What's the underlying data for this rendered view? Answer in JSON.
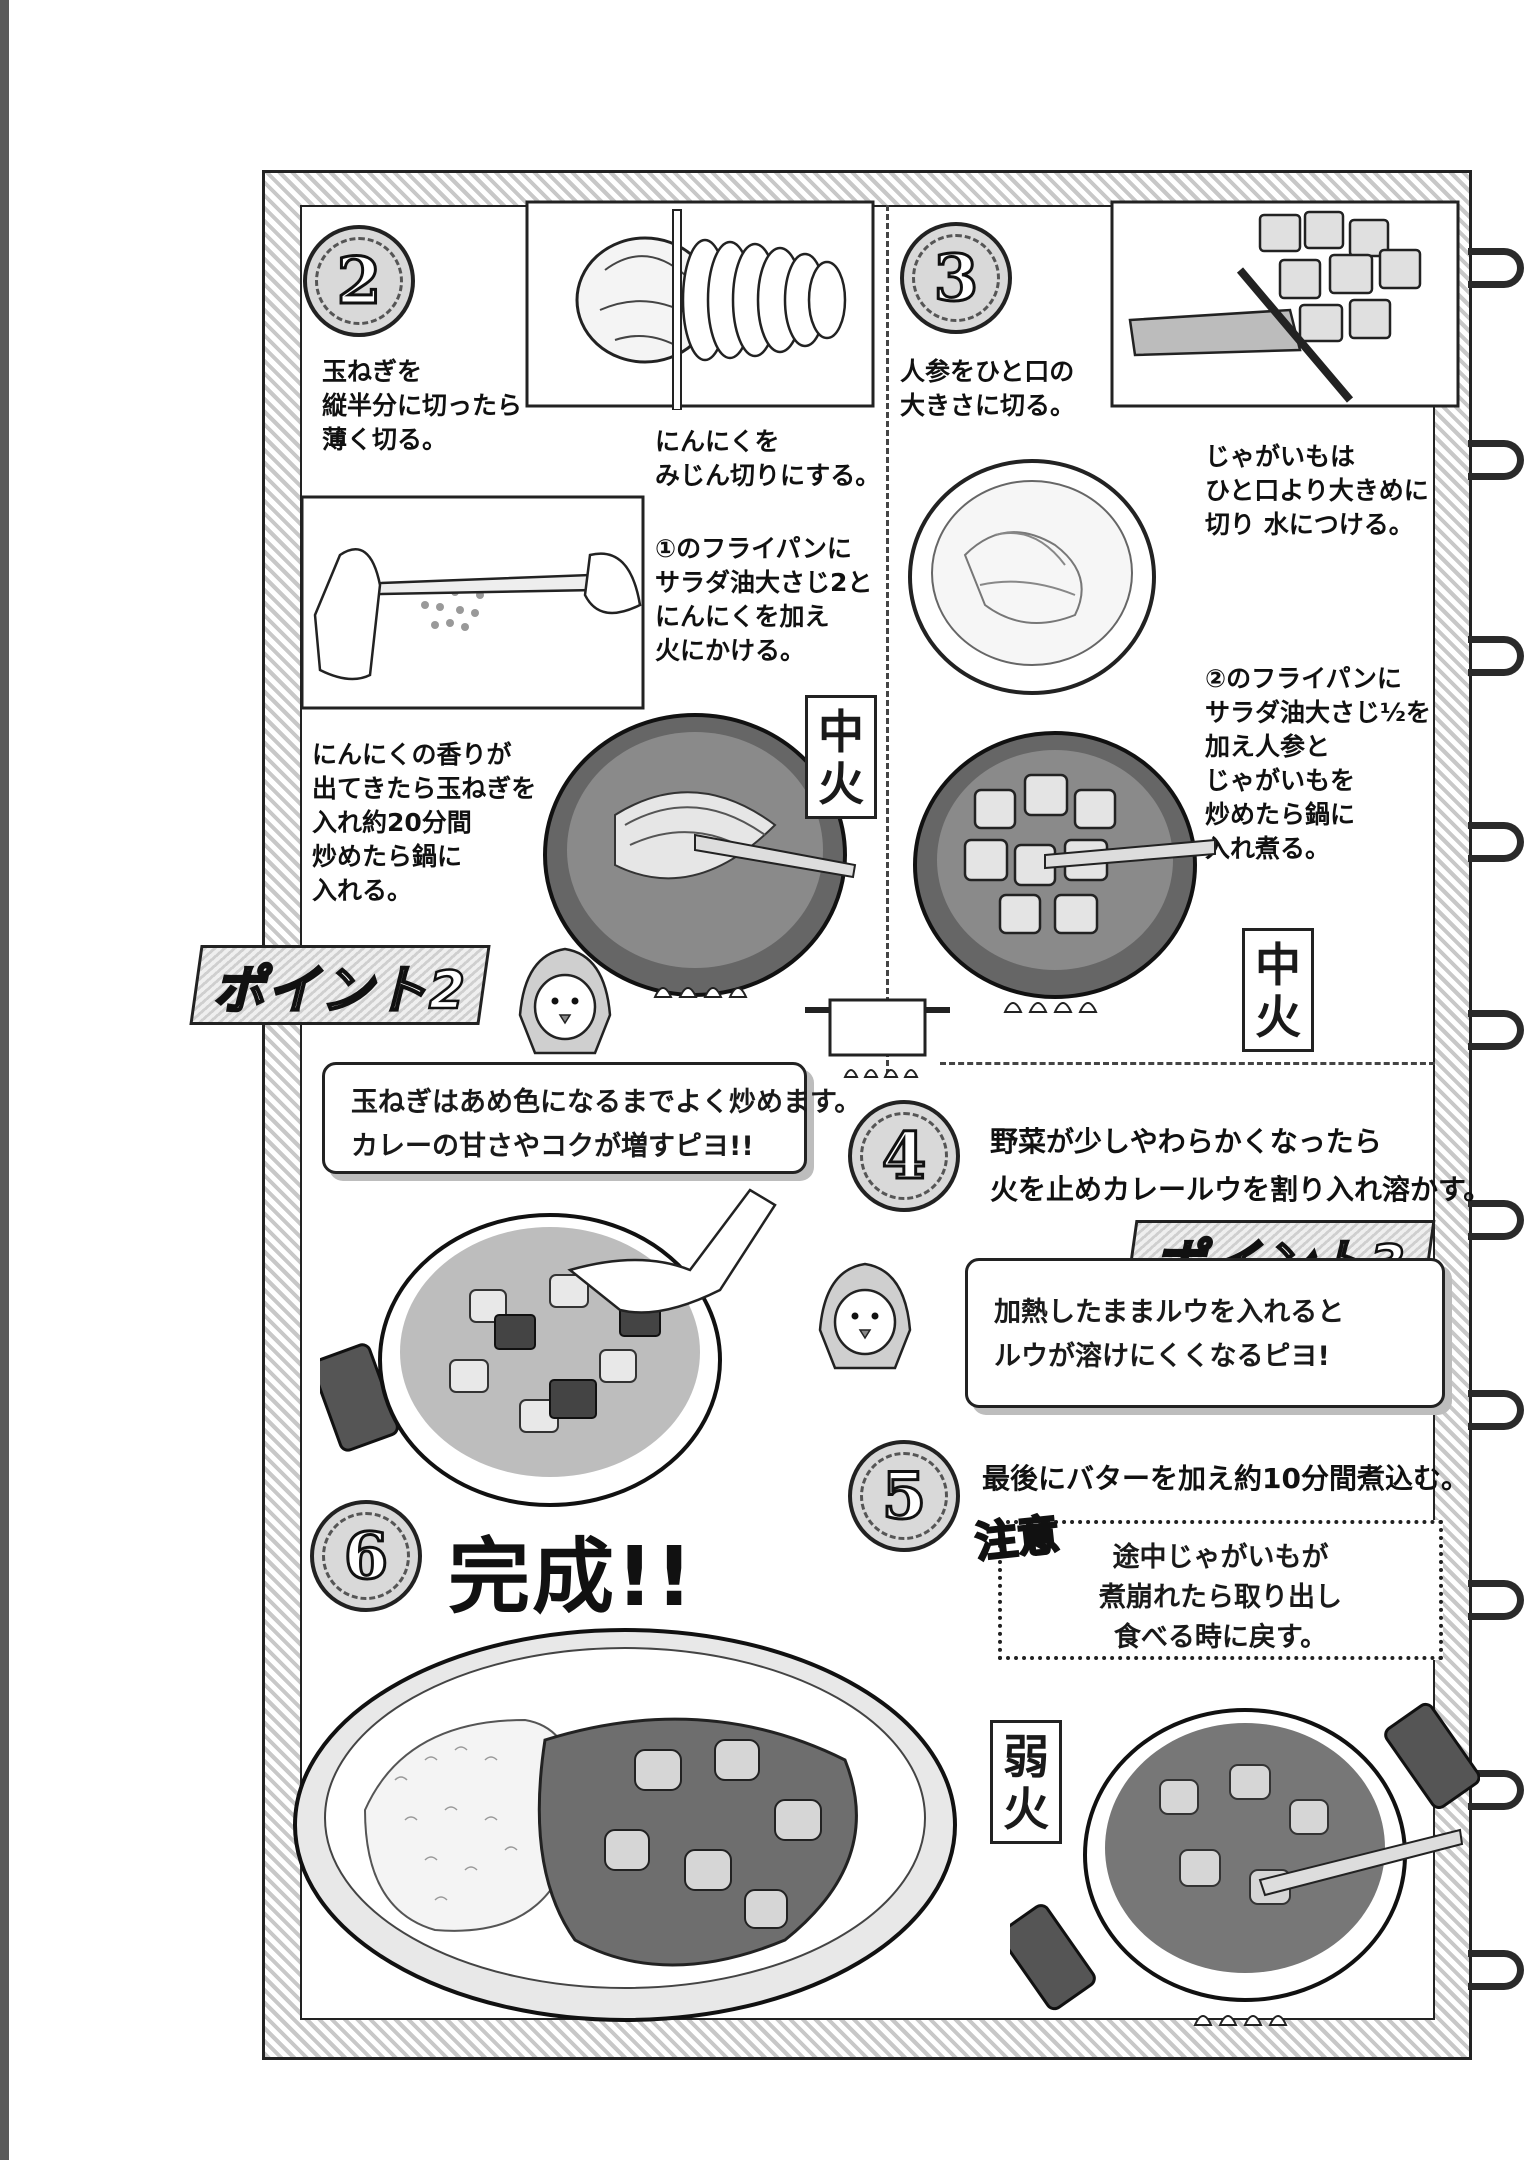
{
  "steps": {
    "s2": {
      "number": "2",
      "text_onion": [
        "玉ねぎを",
        "縦半分に切ったら",
        "薄く切る。"
      ],
      "text_garlic": [
        "にんにくを",
        "みじん切りにする。"
      ],
      "text_pan": [
        "①のフライパンに",
        "サラダ油大さじ2と",
        "にんにくを加え",
        "火にかける。"
      ],
      "text_fry": [
        "にんにくの香りが",
        "出てきたら玉ねぎを",
        "入れ約20分間",
        "炒めたら鍋に",
        "入れる。"
      ],
      "heat": [
        "中",
        "火"
      ]
    },
    "s3": {
      "number": "3",
      "text_carrot": [
        "人参をひと口の",
        "大きさに切る。"
      ],
      "text_potato": [
        "じゃがいもは",
        "ひと口より大きめに",
        "切り 水につける。"
      ],
      "text_pan": [
        "②のフライパンに",
        "サラダ油大さじ½を",
        "加え人参と",
        "じゃがいもを",
        "炒めたら鍋に",
        "入れ煮る。"
      ],
      "heat": [
        "中",
        "火"
      ]
    },
    "s4": {
      "number": "4",
      "text": [
        "野菜が少しやわらかくなったら",
        "火を止めカレールウを割り入れ溶かす。"
      ]
    },
    "s5": {
      "number": "5",
      "text": "最後にバターを加え約10分間煮込む。",
      "caution_label": "注意",
      "caution": [
        "途中じゃがいもが",
        "煮崩れたら取り出し",
        "食べる時に戻す。"
      ],
      "heat": [
        "弱",
        "火"
      ]
    },
    "s6": {
      "number": "6",
      "title": "完成!!"
    }
  },
  "points": {
    "p2": {
      "label": "ポイント2",
      "text": [
        "玉ねぎはあめ色になるまでよく炒めます。",
        "カレーの甘さやコクが増すピヨ!!"
      ]
    },
    "p3": {
      "label": "ポイント3",
      "text": [
        "加熱したままルウを入れると",
        "ルウが溶けにくくなるピヨ!"
      ]
    }
  },
  "icons": [
    "onion-illustration",
    "garlic-chopping-illustration",
    "frying-pan-onion-icon",
    "carrot-potato-illustration",
    "water-bowl-icon",
    "frying-pan-vegetables-icon",
    "pot-icon",
    "curry-pot-roux-icon",
    "curry-rice-plate-icon",
    "simmering-pot-icon",
    "chick-mascot-icon"
  ]
}
